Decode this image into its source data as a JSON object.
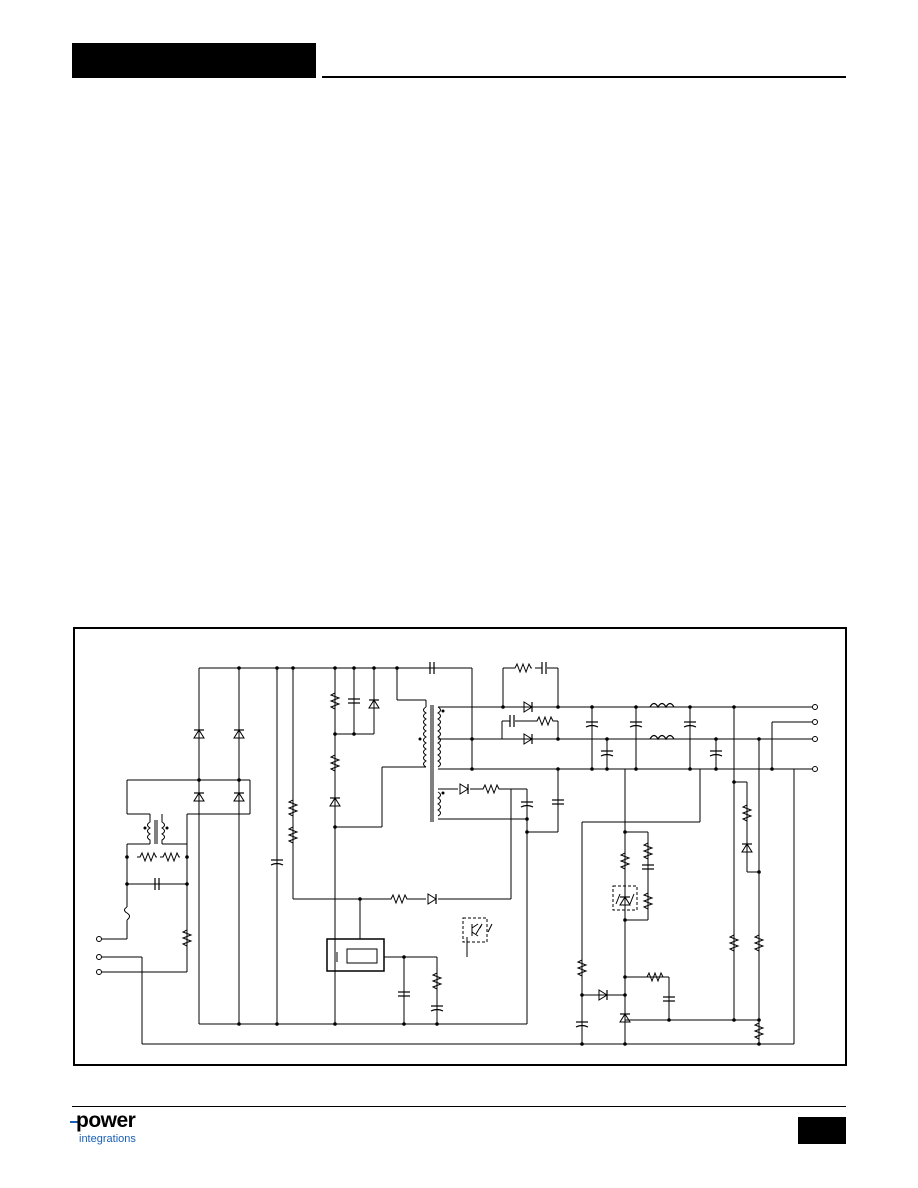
{
  "brand": {
    "logo_word": "power",
    "logo_sub": "integrations"
  },
  "colors": {
    "ink": "#000000",
    "logo_accent": "#1a5fb4",
    "background": "#ffffff"
  },
  "figure": {
    "kind": "schematic",
    "icons": [
      "diode-icon",
      "resistor-icon",
      "capacitor-icon",
      "transformer-icon",
      "inductor-icon",
      "zener-icon",
      "optocoupler-icon",
      "controller-ic-icon",
      "terminal-icon"
    ]
  }
}
